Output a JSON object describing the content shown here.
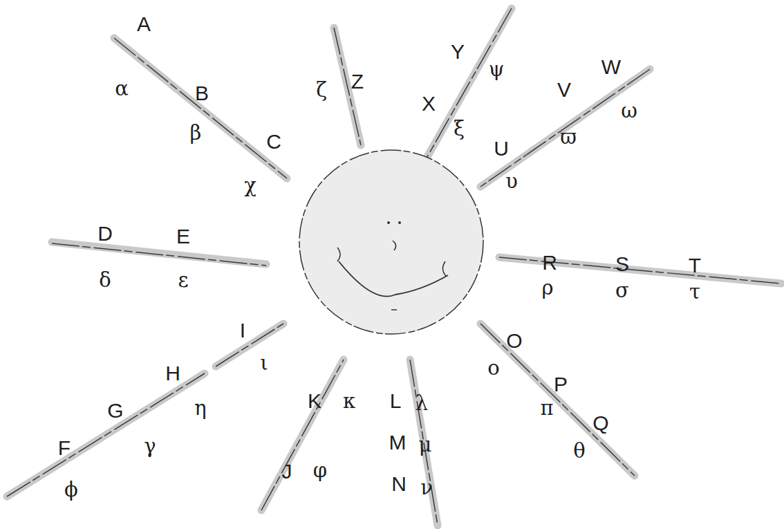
{
  "diagram": {
    "labels": [
      "A",
      "α",
      "B",
      "β",
      "C",
      "χ",
      "Z",
      "ζ",
      "Y",
      "ψ",
      "X",
      "ξ",
      "W",
      "ω",
      "V",
      "ϖ",
      "U",
      "υ",
      "D",
      "δ",
      "E",
      "ε",
      "R",
      "ρ",
      "S",
      "σ",
      "T",
      "τ",
      "I",
      "ι",
      "H",
      "η",
      "G",
      "γ",
      "F",
      "ϕ",
      "K",
      "κ",
      "J",
      "φ",
      "L",
      "λ",
      "M",
      "μ",
      "N",
      "ν",
      "O",
      "ο",
      "P",
      "π",
      "Q",
      "θ"
    ]
  }
}
